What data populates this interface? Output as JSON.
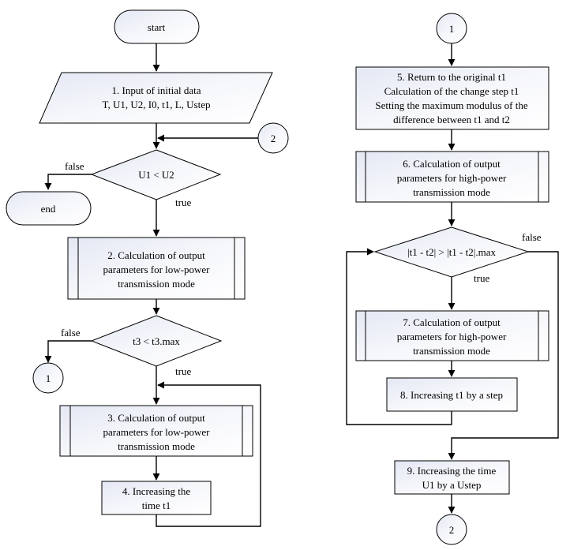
{
  "diagram": {
    "type": "flowchart",
    "nodes": {
      "start": {
        "label": "start",
        "shape": "terminator"
      },
      "end": {
        "label": "end",
        "shape": "terminator"
      },
      "n1": {
        "lines": [
          "1. Input of initial data",
          "T, U1, U2, I0, t1, L, Ustep"
        ],
        "shape": "data"
      },
      "d1": {
        "label": "U1 < U2",
        "shape": "decision"
      },
      "n2": {
        "lines": [
          "2. Calculation of output",
          "parameters for low-power",
          "transmission mode"
        ],
        "shape": "predefined-process"
      },
      "d2": {
        "label": "t3 < t3.max",
        "shape": "decision"
      },
      "n3": {
        "lines": [
          "3. Calculation of output",
          "parameters for low-power",
          "transmission mode"
        ],
        "shape": "predefined-process"
      },
      "n4": {
        "lines": [
          "4. Increasing the",
          "time t1"
        ],
        "shape": "process"
      },
      "n5": {
        "lines": [
          "5. Return to the original t1",
          "Calculation of the change step t1",
          "Setting the maximum modulus of the",
          "difference between t1 and t2"
        ],
        "shape": "process"
      },
      "n6": {
        "lines": [
          "6. Calculation of output",
          "parameters for high-power",
          "transmission mode"
        ],
        "shape": "predefined-process"
      },
      "d3": {
        "label": "|t1 - t2| > |t1 - t2|.max",
        "shape": "decision"
      },
      "n7": {
        "lines": [
          "7. Calculation of output",
          "parameters for high-power",
          "transmission mode"
        ],
        "shape": "predefined-process"
      },
      "n8": {
        "label": "8. Increasing t1 by a step",
        "shape": "process"
      },
      "n9": {
        "lines": [
          "9. Increasing the time",
          "U1 by a Ustep"
        ],
        "shape": "process"
      },
      "c1_out": {
        "label": "1",
        "shape": "connector"
      },
      "c1_in": {
        "label": "1",
        "shape": "connector"
      },
      "c2_out": {
        "label": "2",
        "shape": "connector"
      },
      "c2_in": {
        "label": "2",
        "shape": "connector"
      }
    },
    "edge_labels": {
      "d1_false": "false",
      "d1_true": "true",
      "d2_false": "false",
      "d2_true": "true",
      "d3_false": "false",
      "d3_true": "true"
    },
    "colors": {
      "fill_light": "#ffffff",
      "fill_tint": "#e4e8f4",
      "stroke": "#000000"
    }
  }
}
